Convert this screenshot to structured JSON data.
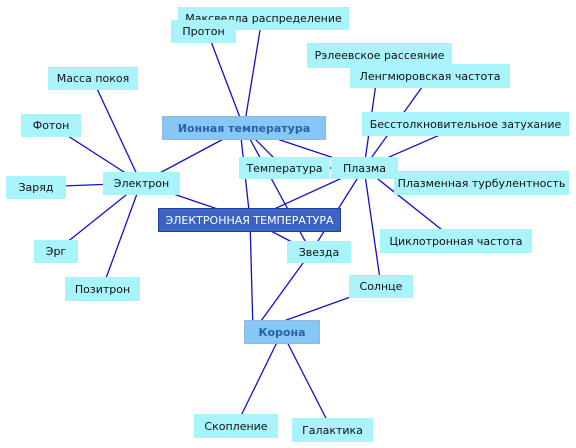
{
  "nodes": {
    "electron_temp": "ЭЛЕКТРОННАЯ ТЕМПЕРАТУРА",
    "ion_temp": "Ионная температура",
    "corona": "Корона",
    "electron": "Электрон",
    "plasma": "Плазма",
    "star": "Звезда",
    "sun": "Солнце",
    "temperature": "Температура",
    "maxwell": "Максвелла распределение",
    "proton": "Протон",
    "rest_mass": "Масса покоя",
    "photon": "Фотон",
    "charge": "Заряд",
    "erg": "Эрг",
    "positron": "Позитрон",
    "rayleigh": "Рэлеевское рассеяние",
    "langmuir": "Ленгмюровская частота",
    "landau": "Бесстолкновительное затухание",
    "turbulence": "Плазменная турбулентность",
    "cyclotron": "Циклотронная частота",
    "cluster": "Скопление",
    "galaxy": "Галактика"
  },
  "colors": {
    "edge": "#1212c8",
    "leaf_fill": "#a9f4fb",
    "hub_fill": "#86c8f5",
    "main_fill": "#3a63c5"
  }
}
